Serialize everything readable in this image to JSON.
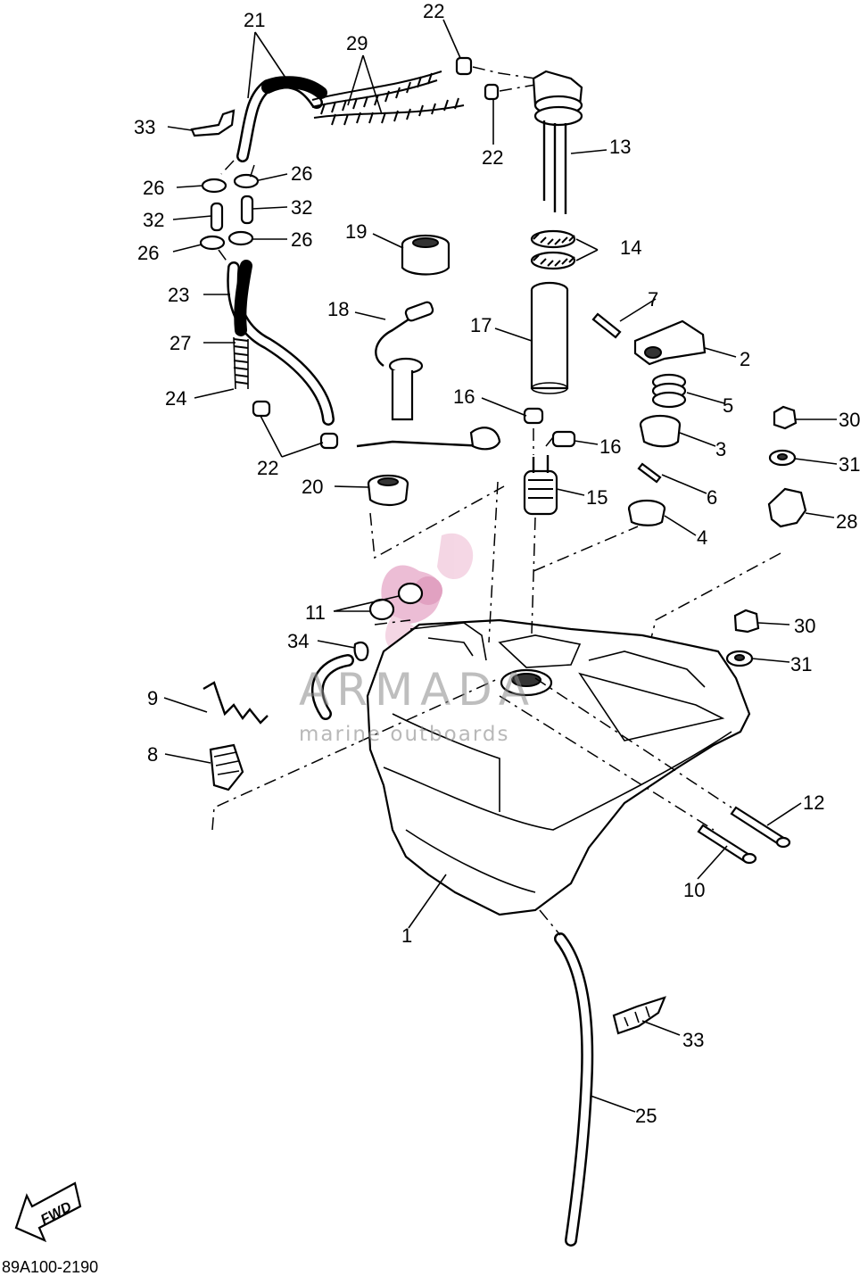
{
  "diagram": {
    "part_numbers": {
      "p1": "1",
      "p2": "2",
      "p3": "3",
      "p4": "4",
      "p5": "5",
      "p6": "6",
      "p7": "7",
      "p8": "8",
      "p9": "9",
      "p10": "10",
      "p11": "11",
      "p12": "12",
      "p13": "13",
      "p14": "14",
      "p15": "15",
      "p16a": "16",
      "p16b": "16",
      "p17": "17",
      "p18": "18",
      "p19": "19",
      "p20": "20",
      "p21": "21",
      "p22a": "22",
      "p22b": "22",
      "p22c": "22",
      "p23": "23",
      "p24": "24",
      "p25": "25",
      "p26a": "26",
      "p26b": "26",
      "p26c": "26",
      "p26d": "26",
      "p27": "27",
      "p28": "28",
      "p29": "29",
      "p30a": "30",
      "p30b": "30",
      "p31a": "31",
      "p31b": "31",
      "p32a": "32",
      "p32b": "32",
      "p33a": "33",
      "p33b": "33",
      "p34": "34"
    },
    "fwd_label": "FWD",
    "drawing_code": "89A100-2190",
    "watermark": {
      "title": "ARMADA",
      "subtitle": "marine outboards",
      "logo_color": "#e6a8c8"
    }
  }
}
